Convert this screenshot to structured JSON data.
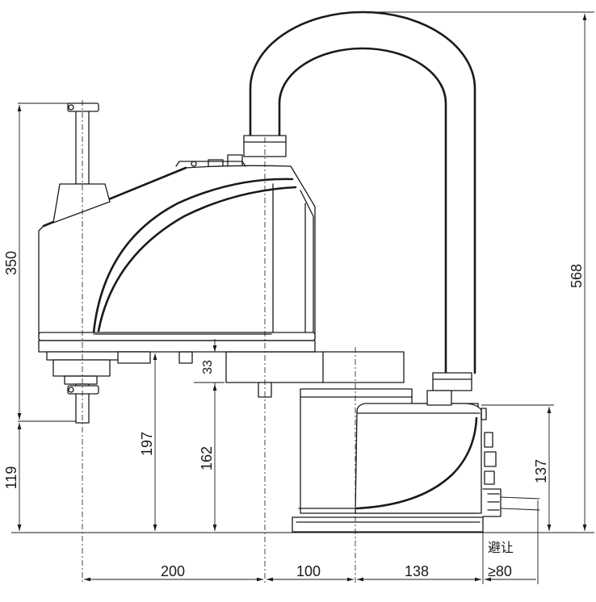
{
  "dimensions": {
    "stroke_350": "350",
    "reach_119": "119",
    "height_197": "197",
    "height_162": "162",
    "gap_33": "33",
    "total_568": "568",
    "base_137": "137",
    "len_200": "200",
    "len_100": "100",
    "len_138": "138",
    "clearance_label": "避让",
    "clearance_value": "≥80"
  }
}
